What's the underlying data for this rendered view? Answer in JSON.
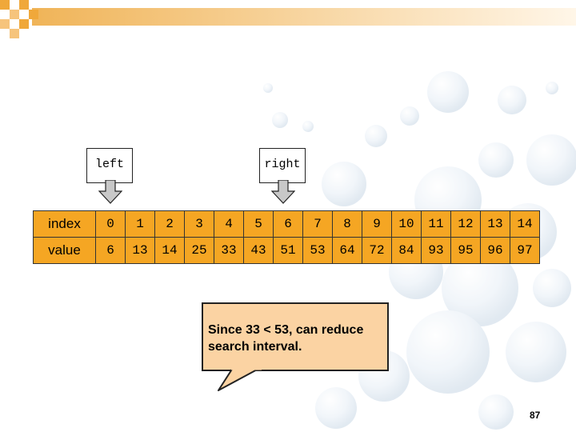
{
  "pointers": {
    "left": "left",
    "right": "right"
  },
  "table": {
    "index_label": "index",
    "value_label": "value",
    "indices": [
      "0",
      "1",
      "2",
      "3",
      "4",
      "5",
      "6",
      "7",
      "8",
      "9",
      "10",
      "11",
      "12",
      "13",
      "14"
    ],
    "values": [
      "6",
      "13",
      "14",
      "25",
      "33",
      "43",
      "51",
      "53",
      "64",
      "72",
      "84",
      "93",
      "95",
      "96",
      "97"
    ]
  },
  "callout": {
    "text": "Since 33 < 53, can reduce search interval."
  },
  "page_number": "87",
  "colors": {
    "cell": "#f5a623",
    "callout": "#fbd3a3",
    "corner_accent": "#f0a83a"
  }
}
